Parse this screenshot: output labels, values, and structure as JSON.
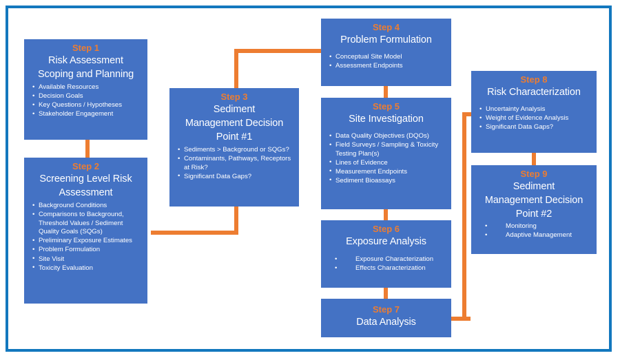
{
  "diagram": {
    "title_text": "",
    "colors": {
      "frame_border": "#1378be",
      "box_fill": "#4472C4",
      "connector": "#ED7D31",
      "step_label": "#ED7D31",
      "box_text": "#FFFFFF",
      "page_background": "#FFFFFF"
    },
    "steps": [
      {
        "id": "step-1",
        "step_label": "Step 1",
        "title_lines": [
          "Risk Assessment",
          "Scoping and Planning"
        ],
        "bullets": [
          "Available Resources",
          "Decision Goals",
          "Key Questions / Hypotheses",
          "Stakeholder Engagement"
        ],
        "bullet_style": "left"
      },
      {
        "id": "step-2",
        "step_label": "Step 2",
        "title_lines": [
          "Screening Level Risk",
          "Assessment"
        ],
        "bullets": [
          "Background Conditions",
          "Comparisons to Background, Threshold Values / Sediment Quality Goals (SQGs)",
          "Preliminary Exposure Estimates",
          "Problem Formulation",
          "Site Visit",
          "Toxicity Evaluation"
        ],
        "bullet_style": "left"
      },
      {
        "id": "step-3",
        "step_label": "Step 3",
        "title_lines": [
          "Sediment",
          "Management Decision",
          "Point #1"
        ],
        "bullets": [
          "Sediments > Background or SQGs?",
          "Contaminants, Pathways, Receptors at Risk?",
          "Significant Data Gaps?"
        ],
        "bullet_style": "left"
      },
      {
        "id": "step-4",
        "step_label": "Step 4",
        "title_lines": [
          "Problem Formulation"
        ],
        "bullets": [
          "Conceptual Site Model",
          "Assessment Endpoints"
        ],
        "bullet_style": "left"
      },
      {
        "id": "step-5",
        "step_label": "Step 5",
        "title_lines": [
          "Site Investigation"
        ],
        "bullets": [
          "Data Quality Objectives (DQOs)",
          "Field Surveys / Sampling & Toxicity Testing Plan(s)",
          "Lines of Evidence",
          "Measurement Endpoints",
          "Sediment Bioassays"
        ],
        "bullet_style": "left"
      },
      {
        "id": "step-6",
        "step_label": "Step 6",
        "title_lines": [
          "Exposure Analysis"
        ],
        "bullets": [
          "Exposure Characterization",
          "Effects Characterization"
        ],
        "bullet_style": "indented"
      },
      {
        "id": "step-7",
        "step_label": "Step 7",
        "title_lines": [
          "Data Analysis"
        ],
        "bullets": [],
        "bullet_style": "left"
      },
      {
        "id": "step-8",
        "step_label": "Step 8",
        "title_lines": [
          "Risk Characterization"
        ],
        "bullets": [
          "Uncertainty Analysis",
          "Weight of Evidence Analysis",
          "Significant Data Gaps?"
        ],
        "bullet_style": "left"
      },
      {
        "id": "step-9",
        "step_label": "Step 9",
        "title_lines": [
          "Sediment",
          "Management Decision",
          "Point #2"
        ],
        "bullets": [
          "Monitoring",
          "Adaptive Management"
        ],
        "bullet_style": "indented"
      }
    ],
    "connectors": [
      {
        "id": "conn-step1-step2",
        "from": "step-1",
        "to": "step-2"
      },
      {
        "id": "conn-step2-step3",
        "from": "step-2",
        "to": "step-3"
      },
      {
        "id": "conn-step3-step4",
        "from": "step-3",
        "to": "step-4"
      },
      {
        "id": "conn-step4-step5",
        "from": "step-4",
        "to": "step-5"
      },
      {
        "id": "conn-step5-step6",
        "from": "step-5",
        "to": "step-6"
      },
      {
        "id": "conn-step6-step7",
        "from": "step-6",
        "to": "step-7"
      },
      {
        "id": "conn-step7-step8",
        "from": "step-7",
        "to": "step-8"
      },
      {
        "id": "conn-step8-step9",
        "from": "step-8",
        "to": "step-9"
      }
    ]
  }
}
